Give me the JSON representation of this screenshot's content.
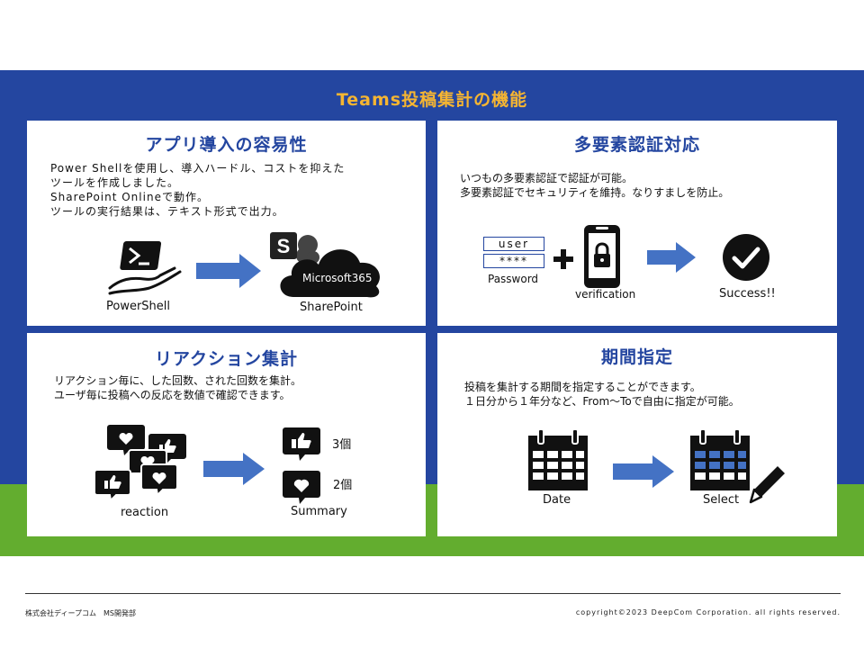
{
  "slide_title": "Teams投稿集計の機能",
  "colors": {
    "blue_band": "#2446a0",
    "green_band": "#63ad2f",
    "title": "#f5b532",
    "arrow": "#4472c4",
    "calendar_highlight": "#4472c4"
  },
  "panels": {
    "easy_install": {
      "title": "アプリ導入の容易性",
      "lines": [
        "Power Shellを使用し、導入ハードル、コストを抑えた",
        "ツールを作成しました。",
        "SharePoint Onlineで動作。",
        "ツールの実行結果は、テキスト形式で出力。"
      ],
      "powershell_label": "PowerShell",
      "cloud_text": "Microsoft365",
      "sharepoint_label": "SharePoint",
      "icons": [
        "powershell-hand-icon",
        "arrow-right-icon",
        "sharepoint-logo-icon",
        "cloud-icon"
      ]
    },
    "mfa": {
      "title": "多要素認証対応",
      "lines": [
        "いつもの多要素認証で認証が可能。",
        "多要素認証でセキュリティを維持。なりすましを防止。"
      ],
      "user_field": "user",
      "password_field": "****",
      "password_label": "Password",
      "verification_label": "verification",
      "success_label": "Success!!",
      "icons": [
        "plus-icon",
        "phone-lock-icon",
        "arrow-right-icon",
        "check-circle-icon"
      ]
    },
    "reaction": {
      "title": "リアクション集計",
      "lines": [
        "リアクション毎に、した回数、された回数を集計。",
        "ユーザ毎に投稿への反応を数値で確認できます。"
      ],
      "reaction_label": "reaction",
      "summary_label": "Summary",
      "like_count": "3個",
      "heart_count": "2個",
      "icons": [
        "reaction-bubbles-icon",
        "arrow-right-icon",
        "like-bubble-icon",
        "heart-bubble-icon"
      ]
    },
    "period": {
      "title": "期間指定",
      "lines": [
        "投稿を集計する期間を指定することができます。",
        "１日分から１年分など、From～Toで自由に指定が可能。"
      ],
      "date_label": "Date",
      "select_label": "Select",
      "icons": [
        "calendar-icon",
        "arrow-right-icon",
        "calendar-selected-icon",
        "pencil-icon"
      ]
    }
  },
  "footer": {
    "left": "株式会社ディープコム　MS開発部",
    "right": "copyright©2023  DeepCom Corporation.  all rights reserved."
  }
}
